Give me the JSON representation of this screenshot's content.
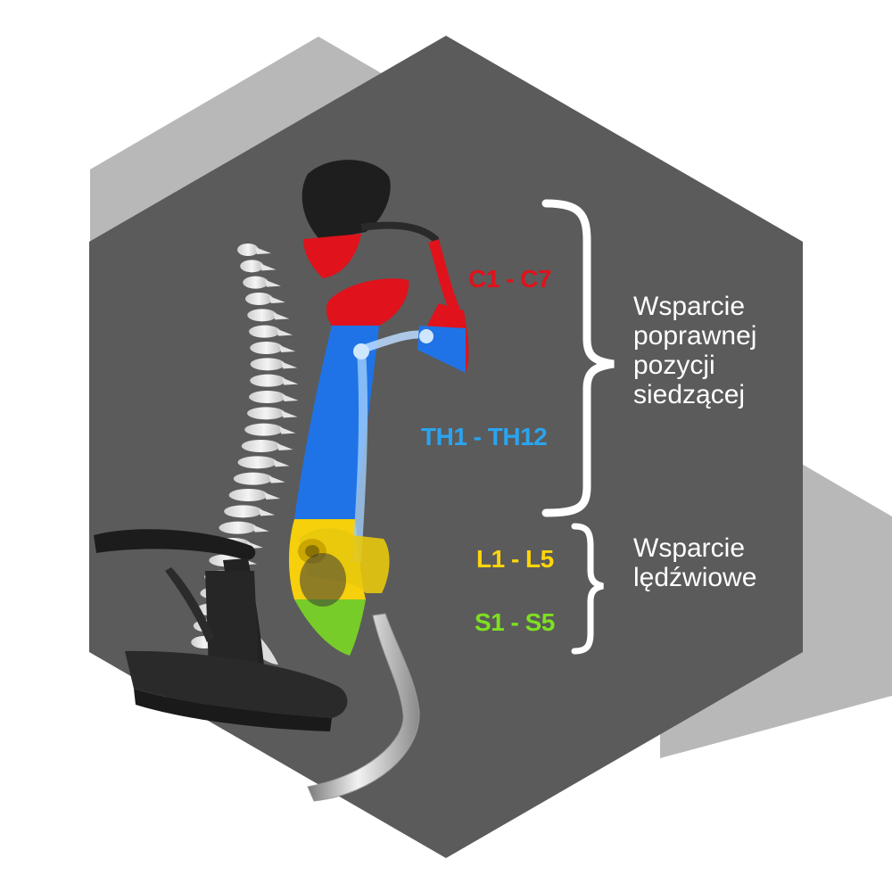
{
  "colors": {
    "background": "#ffffff",
    "shadow_hexagon": "#b8b8b8",
    "hexagon": "#5b5b5b",
    "cervical": "#e0121b",
    "thoracic": "#1f73e6",
    "lumbar": "#ffd60a",
    "sacral": "#7ee021",
    "label_thoracic": "#2aa4ef",
    "bracket": "#ffffff"
  },
  "segments": [
    {
      "id": "cervical",
      "label": "C1 - C7"
    },
    {
      "id": "thoracic",
      "label": "TH1 - TH12"
    },
    {
      "id": "lumbar",
      "label": "L1 - L5"
    },
    {
      "id": "sacral",
      "label": "S1 - S5"
    }
  ],
  "groups": [
    {
      "id": "posture",
      "lines": [
        "Wsparcie",
        "poprawnej",
        "pozycji",
        "siedzącej"
      ]
    },
    {
      "id": "lumbar",
      "lines": [
        "Wsparcie",
        "lędźwiowe"
      ]
    }
  ]
}
